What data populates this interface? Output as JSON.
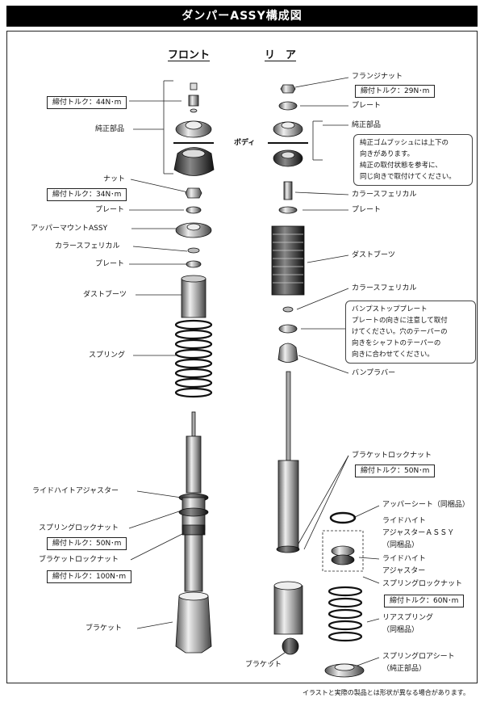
{
  "title": "ダンパーASSY構成図",
  "headings": {
    "front": "フロント",
    "rear": "リ　ア",
    "body": "ボディ"
  },
  "front_labels": {
    "torque_upper": "締付トルク：44N･m",
    "oem_parts": "純正部品",
    "nut": "ナット",
    "torque_nut": "締付トルク：34N･m",
    "plate1": "プレート",
    "upper_mount": "アッパーマウントASSY",
    "collar_spherical": "カラースフェリカル",
    "plate2": "プレート",
    "dust_boot": "ダストブーツ",
    "spring": "スプリング",
    "ride_height_adjuster": "ライドハイトアジャスター",
    "spring_lock_nut": "スプリングロックナット",
    "torque_spring_lock": "締付トルク：50N･m",
    "bracket_lock_nut": "ブラケットロックナット",
    "torque_bracket_lock": "締付トルク：100N･m",
    "bracket": "ブラケット"
  },
  "rear_labels": {
    "flange_nut": "フランジナット",
    "torque_flange": "締付トルク：29N･m",
    "plate1": "プレート",
    "oem_parts": "純正部品",
    "oem_note": [
      "純正ゴムブッシュには上下の",
      "向きがあります。",
      "純正の取付状態を参考に、",
      "同じ向きで取付けてください。"
    ],
    "collar_spherical": "カラースフェリカル",
    "plate2": "プレート",
    "dust_boot": "ダストブーツ",
    "collar_spherical2": "カラースフェリカル",
    "bump_plate": "バンプストッププレート",
    "bump_note": [
      "プレートの向きに注意して取付",
      "けてください。穴のテーパーの",
      "向きをシャフトのテーパーの",
      "向きに合わせてください。"
    ],
    "bump_rubber": "バンプラバー",
    "bracket_lock_nut": "ブラケットロックナット",
    "torque_bracket_lock": "締付トルク：50N･m",
    "upper_seat": "アッパーシート（同梱品）",
    "rh_adjuster_assy_1": "ライドハイト",
    "rh_adjuster_assy_2": "アジャスターＡＳＳＹ",
    "rh_adjuster_assy_3": "（同梱品）",
    "rh_adjuster_1": "ライドハイト",
    "rh_adjuster_2": "アジャスター",
    "spring_lock_nut": "スプリングロックナット",
    "torque_spring_lock": "締付トルク：60N･m",
    "rear_spring_1": "リアスプリング",
    "rear_spring_2": "（同梱品）",
    "lower_seat_1": "スプリングロアシート",
    "lower_seat_2": "（純正部品）",
    "bracket": "ブラケット"
  },
  "footer": "イラストと実際の製品とは形状が異なる場合があります。"
}
